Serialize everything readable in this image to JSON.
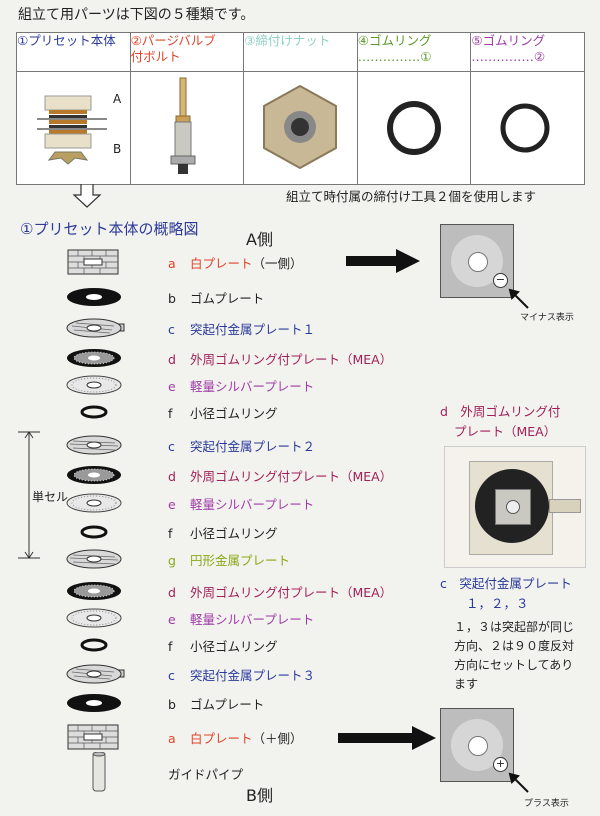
{
  "intro": "組立て用パーツは下図の５種類です。",
  "parts": [
    {
      "line1": "①プリセット本体",
      "line2": "",
      "color": "#2a3a9c"
    },
    {
      "line1": "②パージバルブ",
      "line2": "付ボルト",
      "color": "#e0442a"
    },
    {
      "line1": "③締付けナット",
      "line2": "",
      "color": "#8ecfc3"
    },
    {
      "line1": "④ゴムリング",
      "line2": "……………①",
      "color": "#5a9a28"
    },
    {
      "line1": "⑤ゴムリング",
      "line2": "……………②",
      "color": "#a03ca8"
    }
  ],
  "photo_labels": {
    "a": "A",
    "b": "B"
  },
  "tools_note": "組立て時付属の締付け工具２個を使用します",
  "overview_title": "①プリセット本体の概略図",
  "side_a": "A側",
  "side_b": "B側",
  "stack": [
    {
      "letter": "a",
      "text": "白プレート",
      "suffix": "（一側）",
      "color": "#e0442a",
      "kind": "white"
    },
    {
      "letter": "b",
      "text": "ゴムプレート",
      "suffix": "",
      "color": "#222222",
      "kind": "rubber"
    },
    {
      "letter": "c",
      "text": "突起付金属プレート１",
      "suffix": "",
      "color": "#2a3a9c",
      "kind": "tab"
    },
    {
      "letter": "d",
      "text": "外周ゴムリング付プレート（MEA）",
      "suffix": "",
      "color": "#a0205a",
      "kind": "mea"
    },
    {
      "letter": "e",
      "text": "軽量シルバープレート",
      "suffix": "",
      "color": "#a03ca8",
      "kind": "silver"
    },
    {
      "letter": "f",
      "text": "小径ゴムリング",
      "suffix": "",
      "color": "#222222",
      "kind": "ring"
    },
    {
      "letter": "c",
      "text": "突起付金属プレート２",
      "suffix": "",
      "color": "#2a3a9c",
      "kind": "metal"
    },
    {
      "letter": "d",
      "text": "外周ゴムリング付プレート（MEA）",
      "suffix": "",
      "color": "#a0205a",
      "kind": "mea"
    },
    {
      "letter": "e",
      "text": "軽量シルバープレート",
      "suffix": "",
      "color": "#a03ca8",
      "kind": "silver"
    },
    {
      "letter": "f",
      "text": "小径ゴムリング",
      "suffix": "",
      "color": "#222222",
      "kind": "ring"
    },
    {
      "letter": "g",
      "text": "円形金属プレート",
      "suffix": "",
      "color": "#8aa818",
      "kind": "metal"
    },
    {
      "letter": "d",
      "text": "外周ゴムリング付プレート（MEA）",
      "suffix": "",
      "color": "#a0205a",
      "kind": "mea"
    },
    {
      "letter": "e",
      "text": "軽量シルバープレート",
      "suffix": "",
      "color": "#a03ca8",
      "kind": "silver"
    },
    {
      "letter": "f",
      "text": "小径ゴムリング",
      "suffix": "",
      "color": "#222222",
      "kind": "ring"
    },
    {
      "letter": "c",
      "text": "突起付金属プレート３",
      "suffix": "",
      "color": "#2a3a9c",
      "kind": "tab"
    },
    {
      "letter": "b",
      "text": "ゴムプレート",
      "suffix": "",
      "color": "#222222",
      "kind": "rubber"
    },
    {
      "letter": "a",
      "text": "白プレート",
      "suffix": "（＋側）",
      "color": "#e0442a",
      "kind": "white"
    }
  ],
  "guide_pipe": "ガイドパイプ",
  "single_cell": "単セル",
  "minus_label": "マイナス表示",
  "plus_label": "プラス表示",
  "minus_sign": "−",
  "plus_sign": "+",
  "mea_title": {
    "line1": "d　外周ゴムリング付",
    "line2": "プレート（MEA）"
  },
  "c_title": {
    "line1": "c　突起付金属プレート",
    "line2": "１，２，３"
  },
  "c_note": [
    "１，３は突起部が同じ",
    "方向、２は９０度反対",
    "方向にセットしてあり",
    "ます"
  ]
}
